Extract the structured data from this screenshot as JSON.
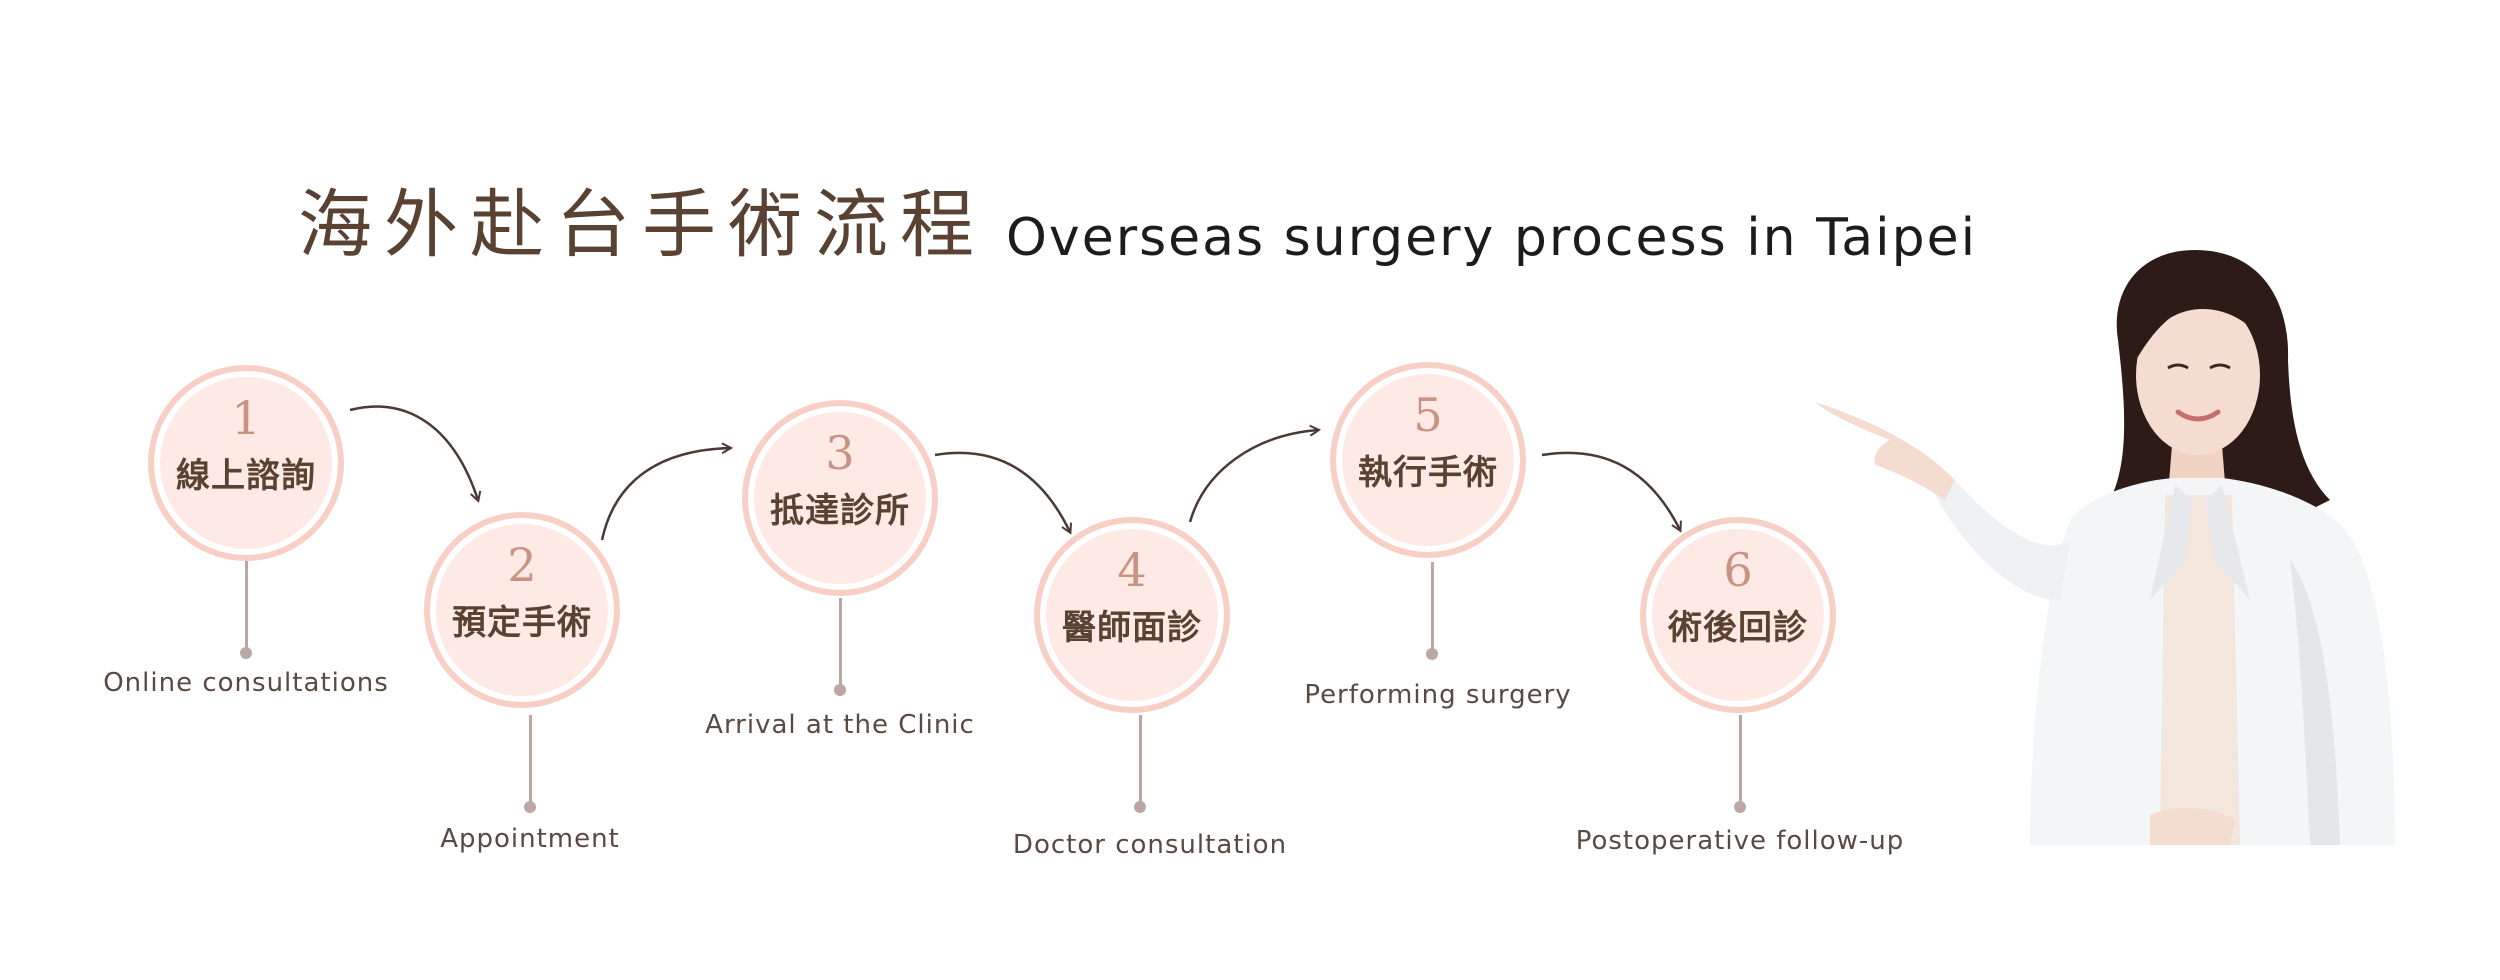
{
  "title": {
    "zh": "海外赴台手術流程",
    "en": "Overseas surgery process in Taipei"
  },
  "steps": [
    {
      "number": "1",
      "zh": "線上諮詢",
      "en": "Online consultations"
    },
    {
      "number": "2",
      "zh": "預定手術",
      "en": "Appointment"
    },
    {
      "number": "3",
      "zh": "抵達診所",
      "en": "Arrival at the Clinic"
    },
    {
      "number": "4",
      "zh": "醫師面診",
      "en": "Doctor consultation"
    },
    {
      "number": "5",
      "zh": "執行手術",
      "en": "Performing surgery"
    },
    {
      "number": "6",
      "zh": "術後回診",
      "en": "Postoperative follow-up"
    }
  ],
  "colors": {
    "circle_fill": "#fdeae5",
    "circle_ring": "#f8cfc4",
    "number": "#c99384",
    "heading_brown": "#5a4232",
    "stem": "#bba8a2",
    "arrow": "#4a3a33"
  }
}
